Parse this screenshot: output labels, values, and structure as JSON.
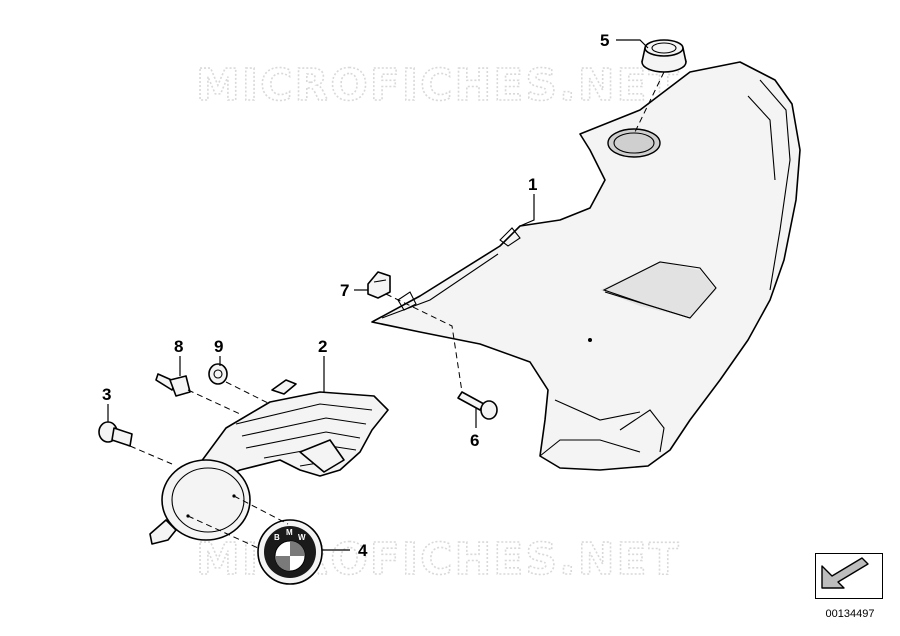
{
  "watermark": "MICROFICHES.NET",
  "callouts": [
    "1",
    "2",
    "3",
    "4",
    "5",
    "6",
    "7",
    "8",
    "9"
  ],
  "emblem_letters": [
    "B",
    "M",
    "W"
  ],
  "reference_code": "00134497"
}
